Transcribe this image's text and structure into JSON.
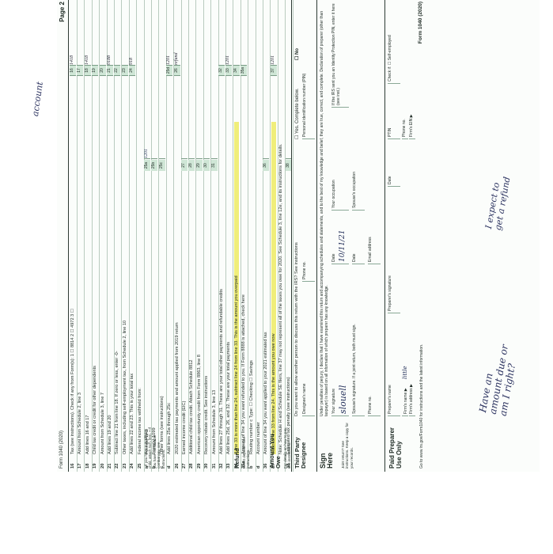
{
  "form": {
    "header_left": "Form 1040 (2020)",
    "header_right": "Page 2",
    "footer_left": "Go to www.irs.gov/Form1040 for instructions and the latest information.",
    "footer_right": "Form 1040 (2020)"
  },
  "lines": [
    {
      "num": "16",
      "text": "Tax (see instructions). Check if any from Form(s): 1 ☐ 8814  2 ☐ 4972  3 ☐",
      "box": "16",
      "amount": "1418"
    },
    {
      "num": "17",
      "text": "Amount from Schedule 2, line 3",
      "box": "17",
      "amount": ""
    },
    {
      "num": "18",
      "text": "Add lines 16 and 17",
      "box": "18",
      "amount": "1418"
    },
    {
      "num": "19",
      "text": "Child tax credit or credit for other dependents",
      "box": "19",
      "amount": ""
    },
    {
      "num": "20",
      "text": "Amount from Schedule 3, line 7",
      "box": "20",
      "amount": ""
    },
    {
      "num": "21",
      "text": "Add lines 19 and 20",
      "box": "21",
      "amount": "0188"
    },
    {
      "num": "22",
      "text": "Subtract line 21 from line 18. If zero or less, enter -0-",
      "box": "22",
      "amount": ""
    },
    {
      "num": "23",
      "text": "Other taxes, including self-employment tax, from Schedule 2, line 10",
      "box": "23",
      "amount": ""
    },
    {
      "num": "24",
      "text": "Add lines 22 and 23. This is your total tax",
      "box": "24",
      "amount": "918"
    },
    {
      "num": "25",
      "text": "Federal income tax withheld from:",
      "box": "",
      "amount": ""
    },
    {
      "num": "a",
      "text": "Form(s) W-2",
      "sub": "25a",
      "subamt": "1201",
      "box": "",
      "amount": ""
    },
    {
      "num": "b",
      "text": "Form(s) 1099",
      "sub": "25b",
      "subamt": "",
      "box": "",
      "amount": ""
    },
    {
      "num": "c",
      "text": "Other forms (see instructions)",
      "sub": "25c",
      "subamt": "",
      "box": "",
      "amount": ""
    },
    {
      "num": "d",
      "text": "Add lines 25a through 25c",
      "box": "25d",
      "amount": "1201"
    },
    {
      "num": "26",
      "text": "2020 estimated tax payments and amount applied from 2019 return",
      "box": "26",
      "amount": "refund"
    },
    {
      "num": "27",
      "text": "Earned income credit (EIC)",
      "sub": "27",
      "subamt": "",
      "box": "",
      "amount": ""
    },
    {
      "num": "28",
      "text": "Additional child tax credit. Attach Schedule 8812",
      "sub": "28",
      "subamt": "",
      "box": "",
      "amount": ""
    },
    {
      "num": "29",
      "text": "American opportunity credit from Form 8863, line 8",
      "sub": "29",
      "subamt": "",
      "box": "",
      "amount": ""
    },
    {
      "num": "30",
      "text": "Recovery rebate credit. See instructions",
      "sub": "30",
      "subamt": "",
      "box": "",
      "amount": ""
    },
    {
      "num": "31",
      "text": "Amount from Schedule 3, line 13",
      "sub": "31",
      "subamt": "",
      "box": "",
      "amount": ""
    },
    {
      "num": "32",
      "text": "Add lines 27 through 31. These are your total other payments and refundable credits",
      "box": "32",
      "amount": ""
    },
    {
      "num": "33",
      "text": "Add lines 25d, 26, and 32. These are your total payments",
      "box": "33",
      "amount": "1201"
    },
    {
      "num": "34",
      "text": "If line 33 is more than line 24, subtract line 24 from line 33. This is the amount you overpaid",
      "box": "34",
      "amount": ""
    },
    {
      "num": "35a",
      "text": "Amount of line 34 you want refunded to you. If Form 8888 is attached, check here",
      "box": "35a",
      "amount": ""
    },
    {
      "num": "b",
      "text": "Routing number                    c Type: ☐ Checking ☐ Savings",
      "box": "",
      "amount": ""
    },
    {
      "num": "d",
      "text": "Account number",
      "box": "",
      "amount": ""
    },
    {
      "num": "36",
      "text": "Amount of line 34 you want applied to your 2021 estimated tax",
      "sub": "36",
      "subamt": "",
      "box": "",
      "amount": ""
    },
    {
      "num": "37",
      "text": "Subtract line 33 from line 24. This is the amount you owe now",
      "box": "37",
      "amount": "1201"
    },
    {
      "num": "",
      "text": "Note: Schedule H and Schedule SE filers, line 37 may not represent all of the taxes you owe for 2020. See Schedule 3, line 12e, and its instructions for details.",
      "box": "",
      "amount": ""
    },
    {
      "num": "38",
      "text": "Estimated tax penalty (see instructions)",
      "sub": "38",
      "subamt": "",
      "box": "",
      "amount": ""
    }
  ],
  "sections": {
    "refund": "Refund",
    "refund_note": "Direct deposit? See instructions.",
    "owe": "Amount You Owe",
    "owe_note": "For details on how to pay, see instructions.",
    "third": "Third Party Designee",
    "third_text": "Do you want to allow another person to discuss this return with the IRS? See instructions",
    "third_yes": "☐ Yes. Complete below.",
    "third_no": "☐ No",
    "designee_name": "Designee's name",
    "designee_phone": "Phone no.",
    "designee_pin": "Personal identification number (PIN)",
    "sign": "Sign Here",
    "sign_text": "Under penalties of perjury, I declare that I have examined this return and accompanying schedules and statements, and to the best of my knowledge and belief, they are true, correct, and complete. Declaration of preparer (other than taxpayer) is based on all information of which preparer has any knowledge.",
    "your_sig": "Your signature",
    "date": "Date",
    "occupation": "Your occupation",
    "spouse_sig": "Spouse's signature. If a joint return, both must sign.",
    "spouse_occ": "Spouse's occupation",
    "phone": "Phone no.",
    "email": "Email address",
    "ip_pin": "If the IRS sent you an Identity Protection PIN, enter it here (see inst.)",
    "joint": "Joint return? See instructions. Keep a copy for your records.",
    "paid": "Paid Preparer Use Only",
    "prep_name": "Preparer's name",
    "prep_sig": "Preparer's signature",
    "ptin": "PTIN",
    "check_if": "Check if: ☐ Self-employed",
    "firm_name": "Firm's name ▶",
    "firm_addr": "Firm's address ▶",
    "firm_phone": "Phone no.",
    "firm_ein": "Firm's EIN ▶",
    "sidebar_note": "• If you have a qualifying child, attach Sch. EIC. • If you have nontaxable combat pay, see instructions."
  },
  "handwriting": {
    "signature": "slouell",
    "sign_date": "10/11/21",
    "margin_top": "Have an amount due or am I right?",
    "margin_mid": "I expect to get a refund",
    "margin_left": "account",
    "paid_name": "little"
  }
}
